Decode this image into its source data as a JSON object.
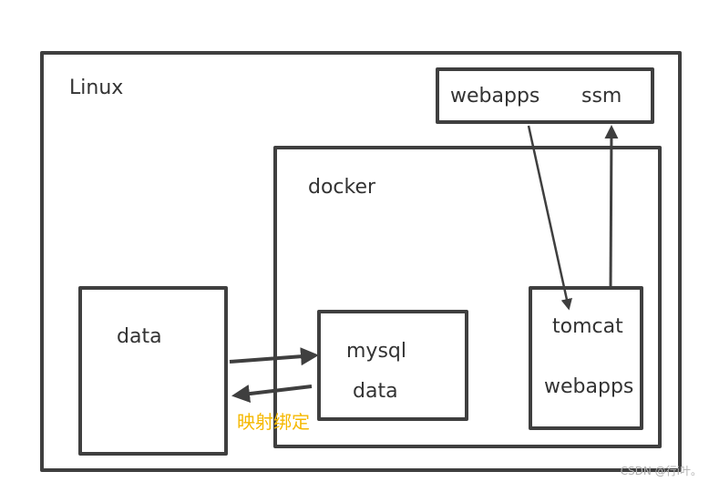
{
  "linux": {
    "label": "Linux"
  },
  "host_webapps": {
    "label_left": "webapps",
    "label_right": "ssm"
  },
  "docker": {
    "label": "docker"
  },
  "host_data": {
    "label": "data"
  },
  "mysql": {
    "label_name": "mysql",
    "label_data": "data"
  },
  "tomcat": {
    "label_name": "tomcat",
    "label_webapps": "webapps"
  },
  "annotation": {
    "label": "映射绑定",
    "color": "#f5b800"
  },
  "watermark": {
    "label": "CSDN @行i叶。"
  },
  "colors": {
    "stroke": "#3f3f3f",
    "text": "#333333",
    "background": "#ffffff"
  }
}
